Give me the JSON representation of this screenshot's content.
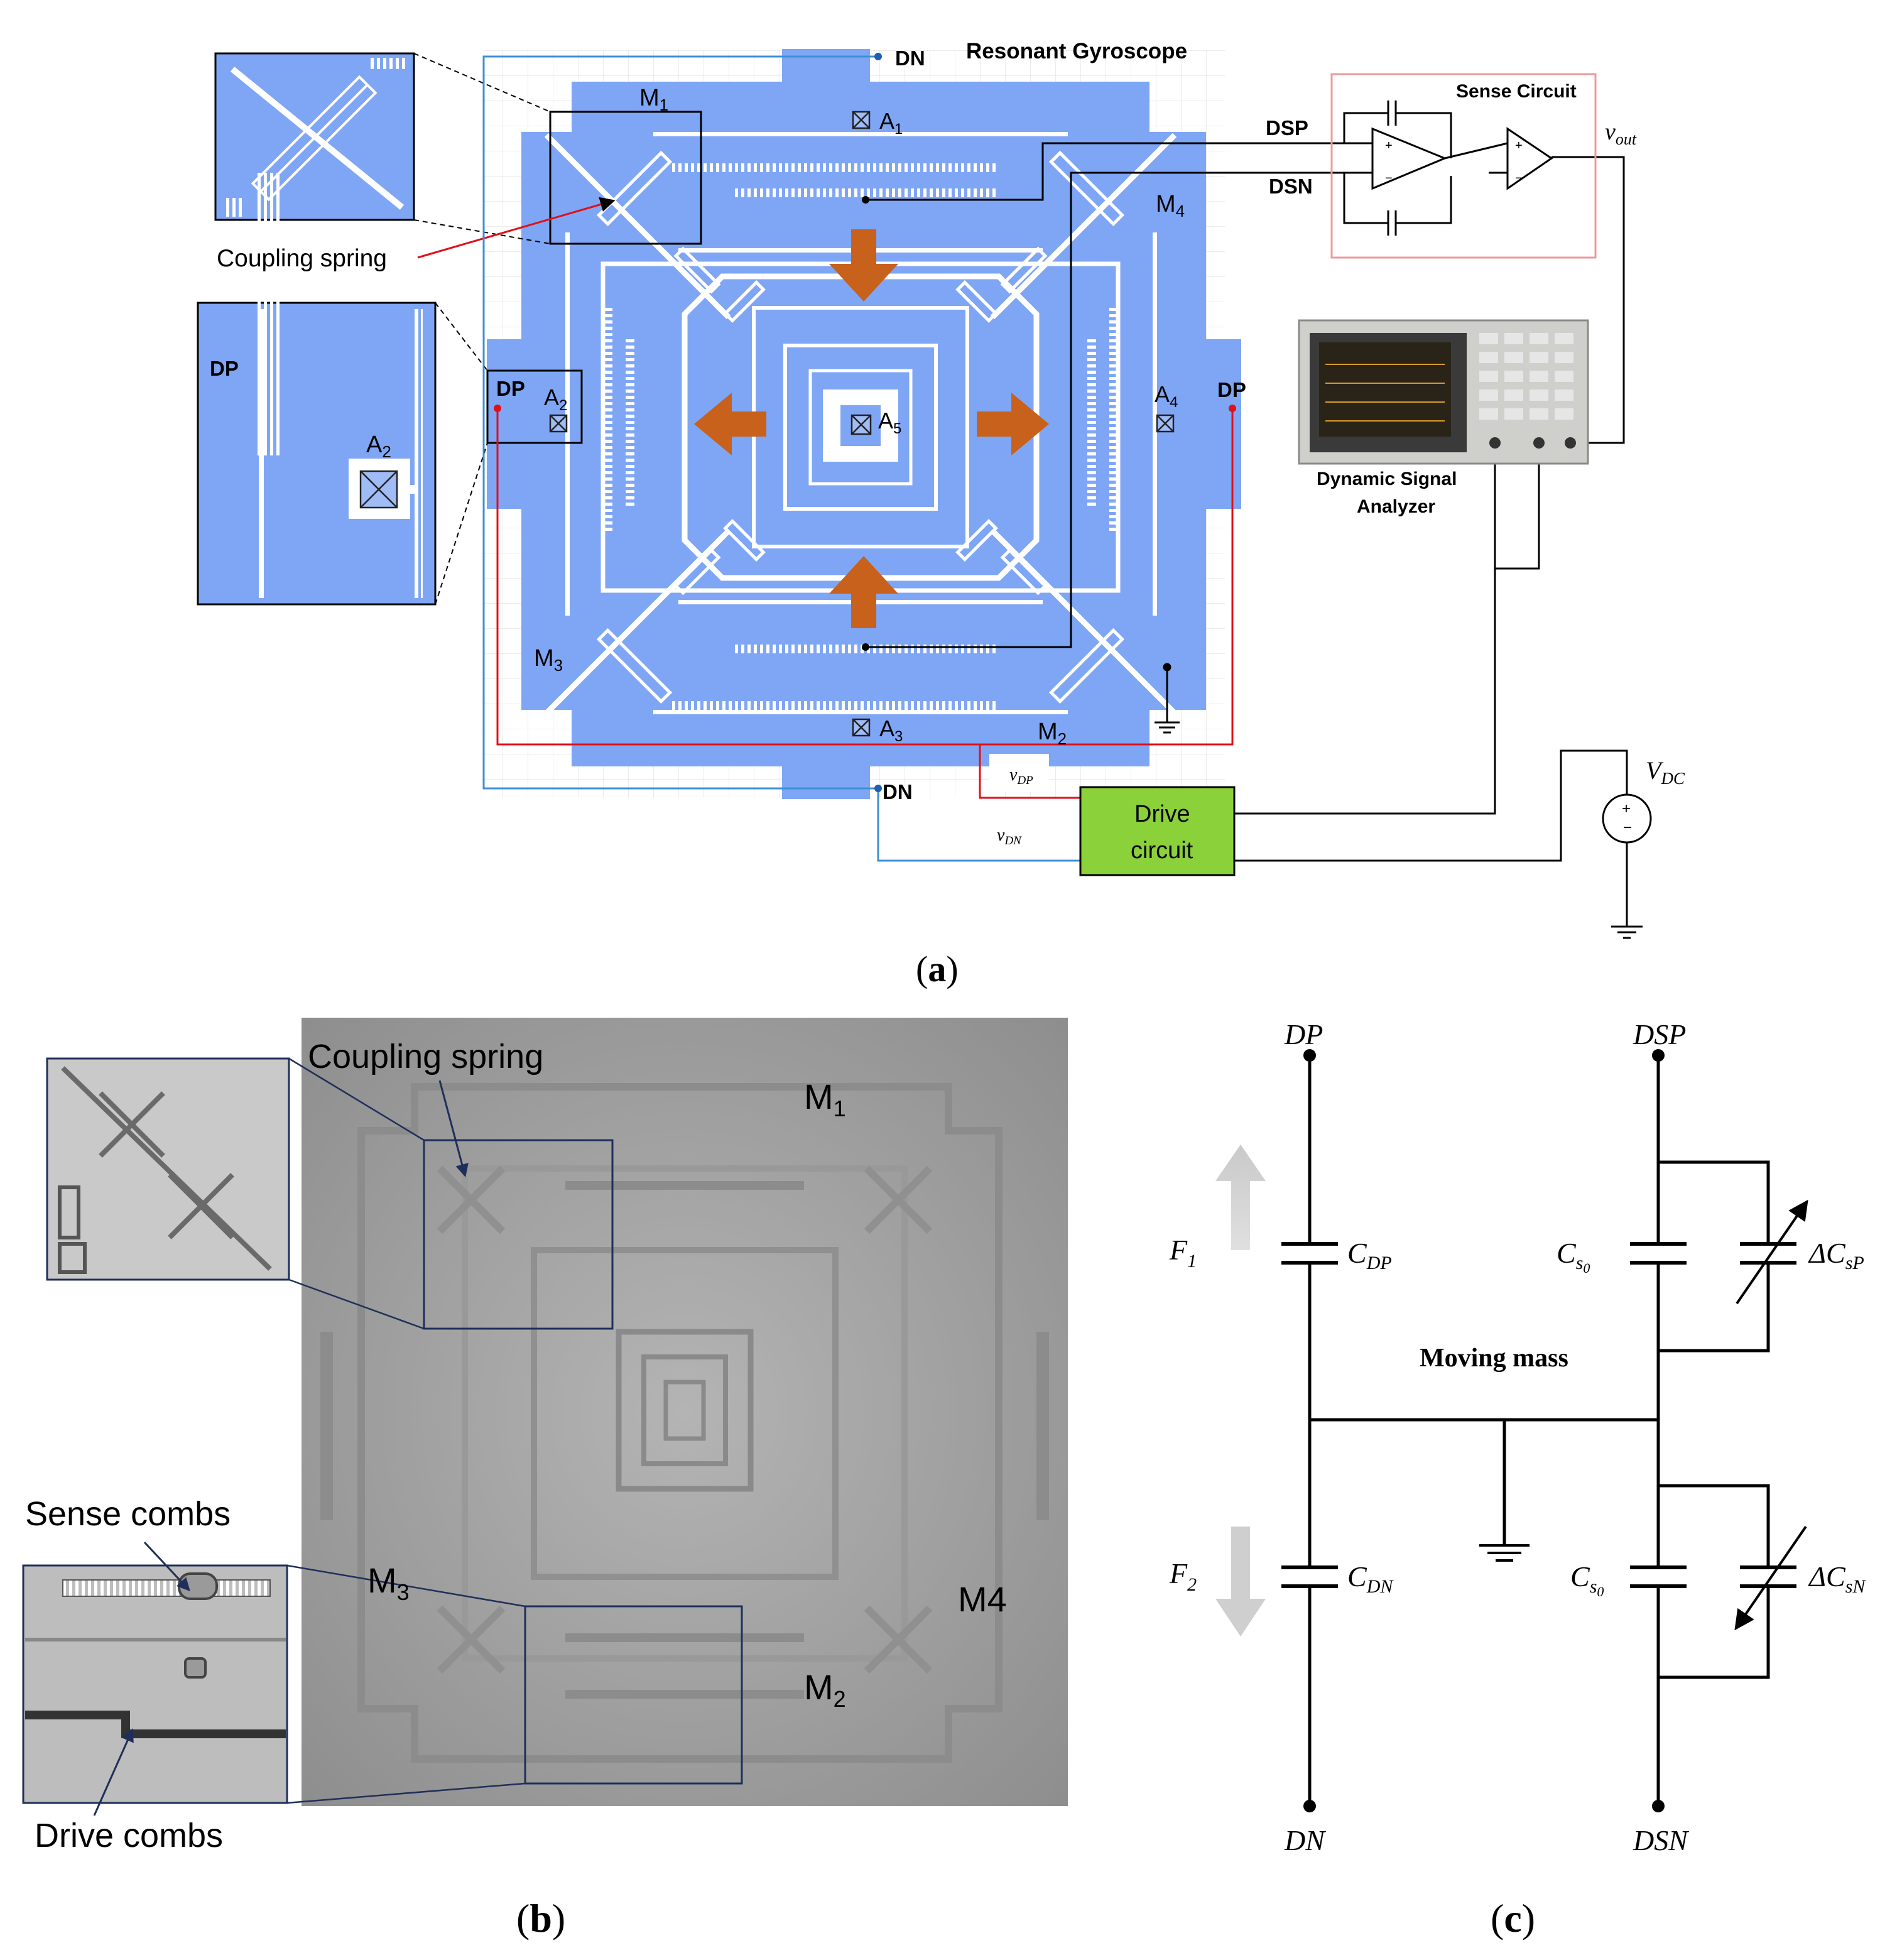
{
  "panel_a": {
    "caption_open": "(",
    "caption_letter": "a",
    "caption_close": ")",
    "title": "Resonant Gyroscope",
    "dn_top": "DN",
    "dn_bottom": "DN",
    "dp_left": "DP",
    "dp_right": "DP",
    "dsp": "DSP",
    "dsn": "DSN",
    "mass_labels": [
      "M",
      "M",
      "M",
      "M"
    ],
    "mass_subs": [
      "1",
      "2",
      "3",
      "4"
    ],
    "anchor_label": "A",
    "anchor_subs": [
      "1",
      "2",
      "3",
      "4",
      "5"
    ],
    "coupling_spring": "Coupling spring",
    "inset_dp": "DP",
    "inset_a2": "A",
    "inset_a2_sub": "2",
    "sense_circuit": "Sense Circuit",
    "vout_v": "v",
    "vout_sub": "out",
    "analyzer_line1": "Dynamic Signal",
    "analyzer_line2": "Analyzer",
    "vdp_v": "v",
    "vdp_sub": "DP",
    "vdn_v": "v",
    "vdn_sub": "DN",
    "drive_line1": "Drive",
    "drive_line2": "circuit",
    "vdc_v": "V",
    "vdc_sub": "DC"
  },
  "panel_b": {
    "caption_open": "(",
    "caption_letter": "b",
    "caption_close": ")",
    "coupling_spring": "Coupling spring",
    "sense_combs": "Sense combs",
    "drive_combs": "Drive combs",
    "m1": "M",
    "m1_sub": "1",
    "m2": "M",
    "m2_sub": "2",
    "m3": "M",
    "m3_sub": "3",
    "m4": "M4"
  },
  "panel_c": {
    "caption_open": "(",
    "caption_letter": "c",
    "caption_close": ")",
    "dp": "DP",
    "dn": "DN",
    "dsp": "DSP",
    "dsn": "DSN",
    "f1": "F",
    "f1_sub": "1",
    "f2": "F",
    "f2_sub": "2",
    "cdp": "C",
    "cdp_sub": "DP",
    "cdn": "C",
    "cdn_sub": "DN",
    "cs0": "C",
    "cs0_sub": "s",
    "cs0_subsub": "0",
    "dcsp": "ΔC",
    "dcsp_sub": "sP",
    "dcsn": "ΔC",
    "dcsn_sub": "sN",
    "moving_mass": "Moving mass"
  },
  "colors": {
    "device_blue": "#7fa6f5",
    "slot_white": "#ffffff",
    "arrow_orange": "#c8611b",
    "wire_red": "#e0101a",
    "wire_blue": "#3d8fd6",
    "drive_green": "#8bd13a",
    "sense_box": "#f09898",
    "photo_gray": "#a6a6a6"
  }
}
